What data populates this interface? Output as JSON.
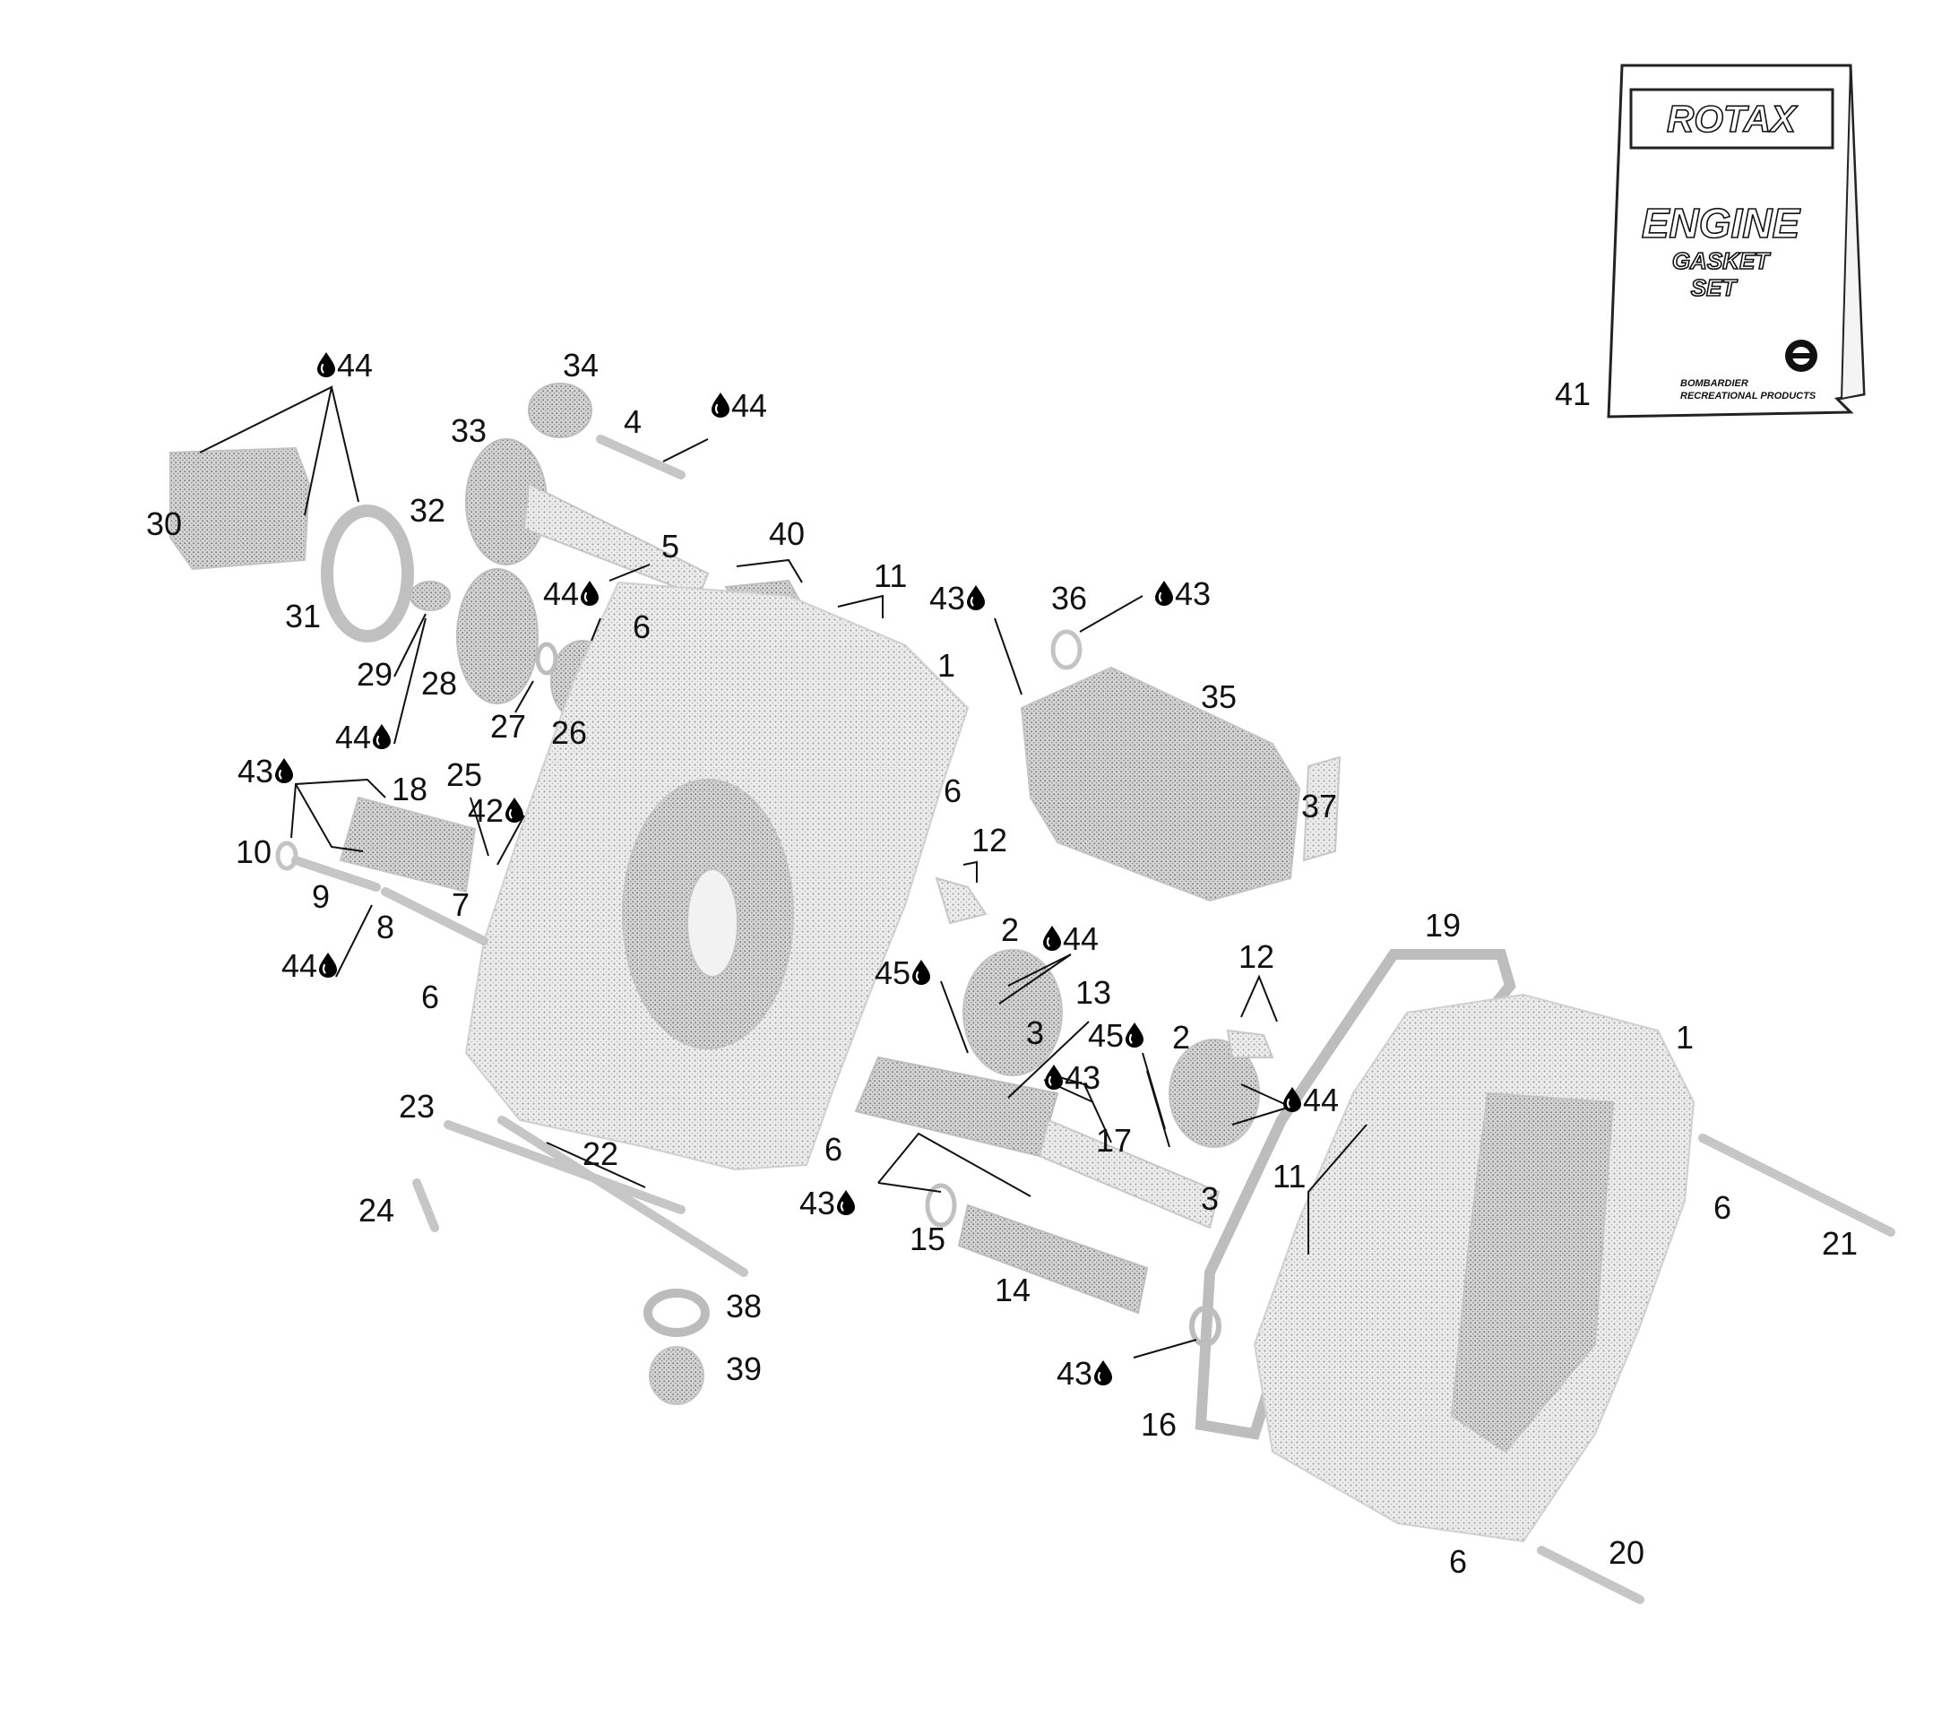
{
  "labels": [
    {
      "text": "44",
      "drop": "before"
    },
    {
      "text": "34",
      "drop": "none"
    },
    {
      "text": "4",
      "drop": "none"
    },
    {
      "text": "44",
      "drop": "before"
    },
    {
      "text": "33",
      "drop": "none"
    },
    {
      "text": "30",
      "drop": "none"
    },
    {
      "text": "32",
      "drop": "none"
    },
    {
      "text": "5",
      "drop": "none"
    },
    {
      "text": "40",
      "drop": "none"
    },
    {
      "text": "31",
      "drop": "none"
    },
    {
      "text": "44",
      "drop": "after"
    },
    {
      "text": "11",
      "drop": "none"
    },
    {
      "text": "43",
      "drop": "after"
    },
    {
      "text": "36",
      "drop": "none"
    },
    {
      "text": "43",
      "drop": "before"
    },
    {
      "text": "6",
      "drop": "none"
    },
    {
      "text": "29",
      "drop": "none"
    },
    {
      "text": "1",
      "drop": "none"
    },
    {
      "text": "28",
      "drop": "none"
    },
    {
      "text": "35",
      "drop": "none"
    },
    {
      "text": "27",
      "drop": "none"
    },
    {
      "text": "26",
      "drop": "none"
    },
    {
      "text": "44",
      "drop": "after"
    },
    {
      "text": "43",
      "drop": "after"
    },
    {
      "text": "25",
      "drop": "none"
    },
    {
      "text": "18",
      "drop": "none"
    },
    {
      "text": "42",
      "drop": "after"
    },
    {
      "text": "6",
      "drop": "none"
    },
    {
      "text": "37",
      "drop": "none"
    },
    {
      "text": "12",
      "drop": "none"
    },
    {
      "text": "10",
      "drop": "none"
    },
    {
      "text": "9",
      "drop": "none"
    },
    {
      "text": "7",
      "drop": "none"
    },
    {
      "text": "8",
      "drop": "none"
    },
    {
      "text": "2",
      "drop": "none"
    },
    {
      "text": "44",
      "drop": "before"
    },
    {
      "text": "19",
      "drop": "none"
    },
    {
      "text": "44",
      "drop": "after"
    },
    {
      "text": "45",
      "drop": "after"
    },
    {
      "text": "12",
      "drop": "none"
    },
    {
      "text": "6",
      "drop": "none"
    },
    {
      "text": "13",
      "drop": "none"
    },
    {
      "text": "3",
      "drop": "none"
    },
    {
      "text": "45",
      "drop": "after"
    },
    {
      "text": "2",
      "drop": "none"
    },
    {
      "text": "1",
      "drop": "none"
    },
    {
      "text": "43",
      "drop": "before"
    },
    {
      "text": "44",
      "drop": "before"
    },
    {
      "text": "23",
      "drop": "none"
    },
    {
      "text": "17",
      "drop": "none"
    },
    {
      "text": "6",
      "drop": "none"
    },
    {
      "text": "22",
      "drop": "none"
    },
    {
      "text": "11",
      "drop": "none"
    },
    {
      "text": "43",
      "drop": "after"
    },
    {
      "text": "3",
      "drop": "none"
    },
    {
      "text": "24",
      "drop": "none"
    },
    {
      "text": "6",
      "drop": "none"
    },
    {
      "text": "15",
      "drop": "none"
    },
    {
      "text": "21",
      "drop": "none"
    },
    {
      "text": "14",
      "drop": "none"
    },
    {
      "text": "38",
      "drop": "none"
    },
    {
      "text": "43",
      "drop": "after"
    },
    {
      "text": "39",
      "drop": "none"
    },
    {
      "text": "16",
      "drop": "none"
    },
    {
      "text": "6",
      "drop": "none"
    },
    {
      "text": "20",
      "drop": "none"
    },
    {
      "text": "41",
      "drop": "none"
    }
  ],
  "gasket_set_booklet": {
    "brand": "ROTAX",
    "title": "ENGINE",
    "subtitle_1": "GASKET",
    "subtitle_2": "SET",
    "maker_1": "BOMBARDIER",
    "maker_2": "RECREATIONAL PRODUCTS"
  },
  "symbols": {
    "lubricant": "oil-drop-icon"
  }
}
